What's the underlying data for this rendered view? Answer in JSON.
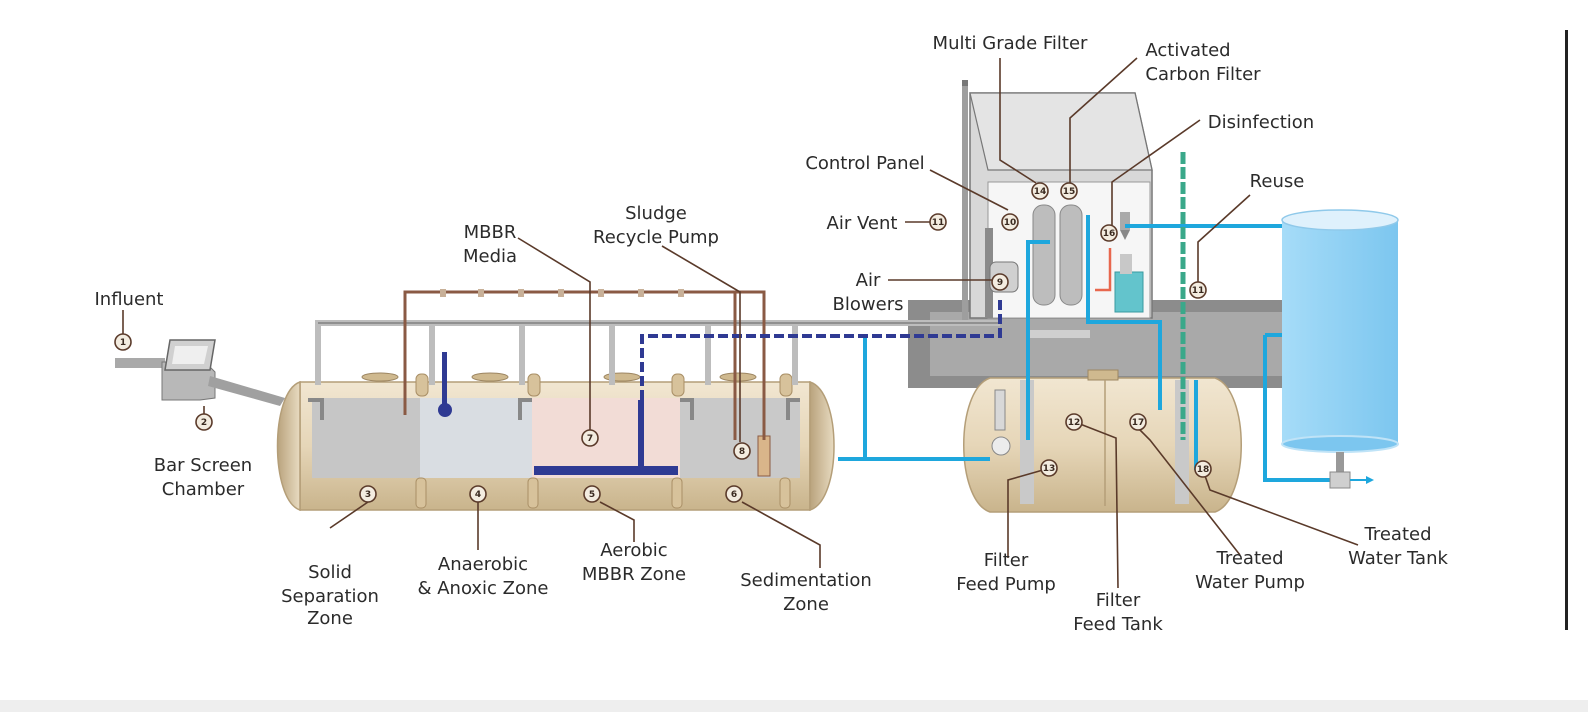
{
  "colors": {
    "tank_beige": "#e9dcc4",
    "tank_shade": "#c9b68e",
    "water_grey": "#c5c5c5",
    "water_pink": "#f3dad6",
    "pipe_blue": "#1ea7dd",
    "pipe_navy": "#2f3a93",
    "pipe_brown": "#8a5a44",
    "pipe_green": "#3aa88a",
    "reuse_tank": "#8fd0f5",
    "lead_brown": "#5a3a2a"
  },
  "labels": {
    "influent": "Influent",
    "bar_screen_chamber": [
      "Bar Screen",
      "Chamber"
    ],
    "mbbr_media": [
      "MBBR",
      "Media"
    ],
    "sludge_recycle_pump": [
      "Sludge",
      "Recycle Pump"
    ],
    "solid_separation_zone": [
      "Solid",
      "Separation",
      "Zone"
    ],
    "anaerobic_anoxic_zone": [
      "Anaerobic",
      "& Anoxic Zone"
    ],
    "aerobic_mbbr_zone": [
      "Aerobic",
      "MBBR Zone"
    ],
    "sedimentation_zone": [
      "Sedimentation",
      "Zone"
    ],
    "control_panel": "Control Panel",
    "air_vent": "Air Vent",
    "air_blowers": [
      "Air",
      "Blowers"
    ],
    "multi_grade_filter": "Multi Grade Filter",
    "activated_carbon_filter": [
      "Activated",
      "Carbon Filter"
    ],
    "disinfection": "Disinfection",
    "reuse": "Reuse",
    "filter_feed_pump": [
      "Filter",
      "Feed Pump"
    ],
    "filter_feed_tank": [
      "Filter",
      "Feed Tank"
    ],
    "treated_water_pump": [
      "Treated",
      "Water Pump"
    ],
    "treated_water_tank": [
      "Treated",
      "Water Tank"
    ]
  },
  "badges": {
    "influent": "1",
    "bar_screen": "2",
    "solid_separation": "3",
    "anaerobic": "4",
    "aerobic": "5",
    "sedimentation": "6",
    "mbbr_media": "7",
    "sludge_pump": "8",
    "air_blowers": "9",
    "control_panel": "10",
    "air_vent": "11",
    "reuse": "11",
    "filter_feed_tank": "12",
    "filter_feed_pump": "13",
    "multi_grade_filter": "14",
    "carbon_filter": "15",
    "disinfection": "16",
    "treated_water_pump": "17",
    "treated_water_tank": "18"
  }
}
